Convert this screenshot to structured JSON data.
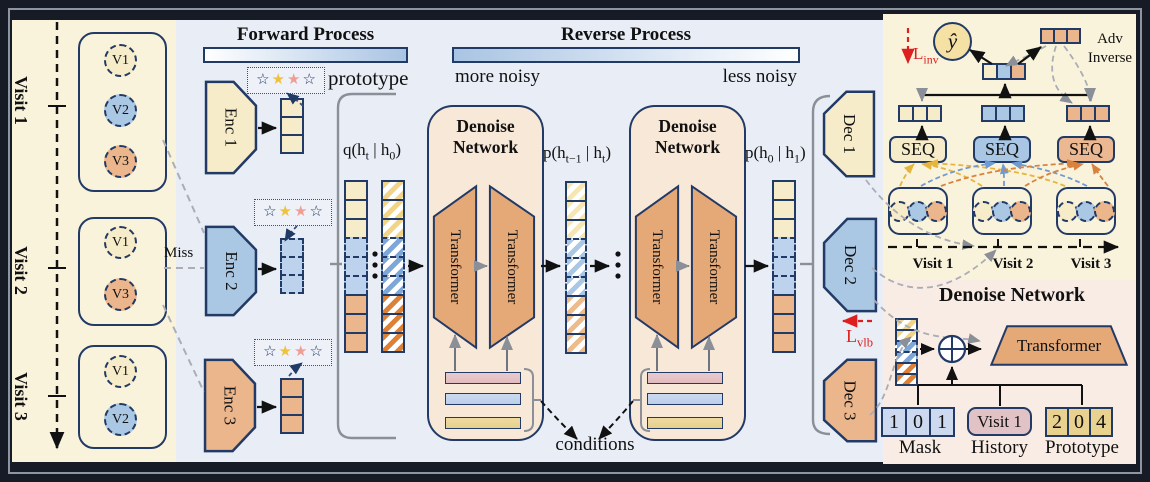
{
  "palette": {
    "navy": "#223a66",
    "cream": "#f7ecc9",
    "blue": "#aac7e4",
    "orange": "#ebb68c",
    "red": "#dd1f1f",
    "panel_cream": "#faf3dc",
    "panel_blue": "#e9edf6",
    "panel_pink": "#f9ece4",
    "peach": "#f8e8d8"
  },
  "icons": {
    "star_filled": "★",
    "star_outline": "☆"
  },
  "timeline": {
    "visits": [
      "Visit 1",
      "Visit 2",
      "Visit 3"
    ]
  },
  "left": {
    "boxes": [
      {
        "items": [
          {
            "label": "V1"
          },
          {
            "label": "V2"
          },
          {
            "label": "V3"
          }
        ]
      },
      {
        "items": [
          {
            "label": "V1"
          },
          {
            "label": "V3"
          }
        ],
        "miss": "Miss"
      },
      {
        "items": [
          {
            "label": "V1"
          },
          {
            "label": "V2"
          }
        ]
      }
    ]
  },
  "process": {
    "forward_title": "Forward Process",
    "reverse_title": "Reverse Process",
    "prototype_label": "prototype",
    "more_noisy": "more noisy",
    "less_noisy": "less noisy",
    "conditions": "conditions"
  },
  "encoders": [
    "Enc 1",
    "Enc 2",
    "Enc 3"
  ],
  "decoders": [
    "Dec 1",
    "Dec 2",
    "Dec 3"
  ],
  "denoise": {
    "title": "Denoise Network",
    "transformer": "Transformer"
  },
  "dist_labels": {
    "q": {
      "pre": "q(h",
      "sub1": "t",
      "mid": " | h",
      "sub2": "0",
      "post": ")"
    },
    "p1": {
      "pre": "p(h",
      "sub1": "t−1",
      "mid": " | h",
      "sub2": "t",
      "post": ")"
    },
    "p2": {
      "pre": "p(h",
      "sub1": "0",
      "mid": " | h",
      "sub2": "1",
      "post": ")"
    }
  },
  "losses": {
    "inv": {
      "base": "L",
      "sub": "inv"
    },
    "vlb": {
      "base": "L",
      "sub": "vlb"
    }
  },
  "adv": {
    "y_hat": "ŷ",
    "line1": "Adv",
    "line2": "Inverse",
    "seq": "SEQ",
    "visits": [
      "Visit 1",
      "Visit 2",
      "Visit 3"
    ]
  },
  "detail": {
    "title": "Denoise Network",
    "transformer": "Transformer",
    "mask": {
      "cells": [
        "1",
        "0",
        "1"
      ],
      "label": "Mask"
    },
    "history": {
      "value": "Visit 1",
      "label": "History"
    },
    "prototype": {
      "cells": [
        "2",
        "0",
        "4"
      ],
      "label": "Prototype"
    }
  }
}
